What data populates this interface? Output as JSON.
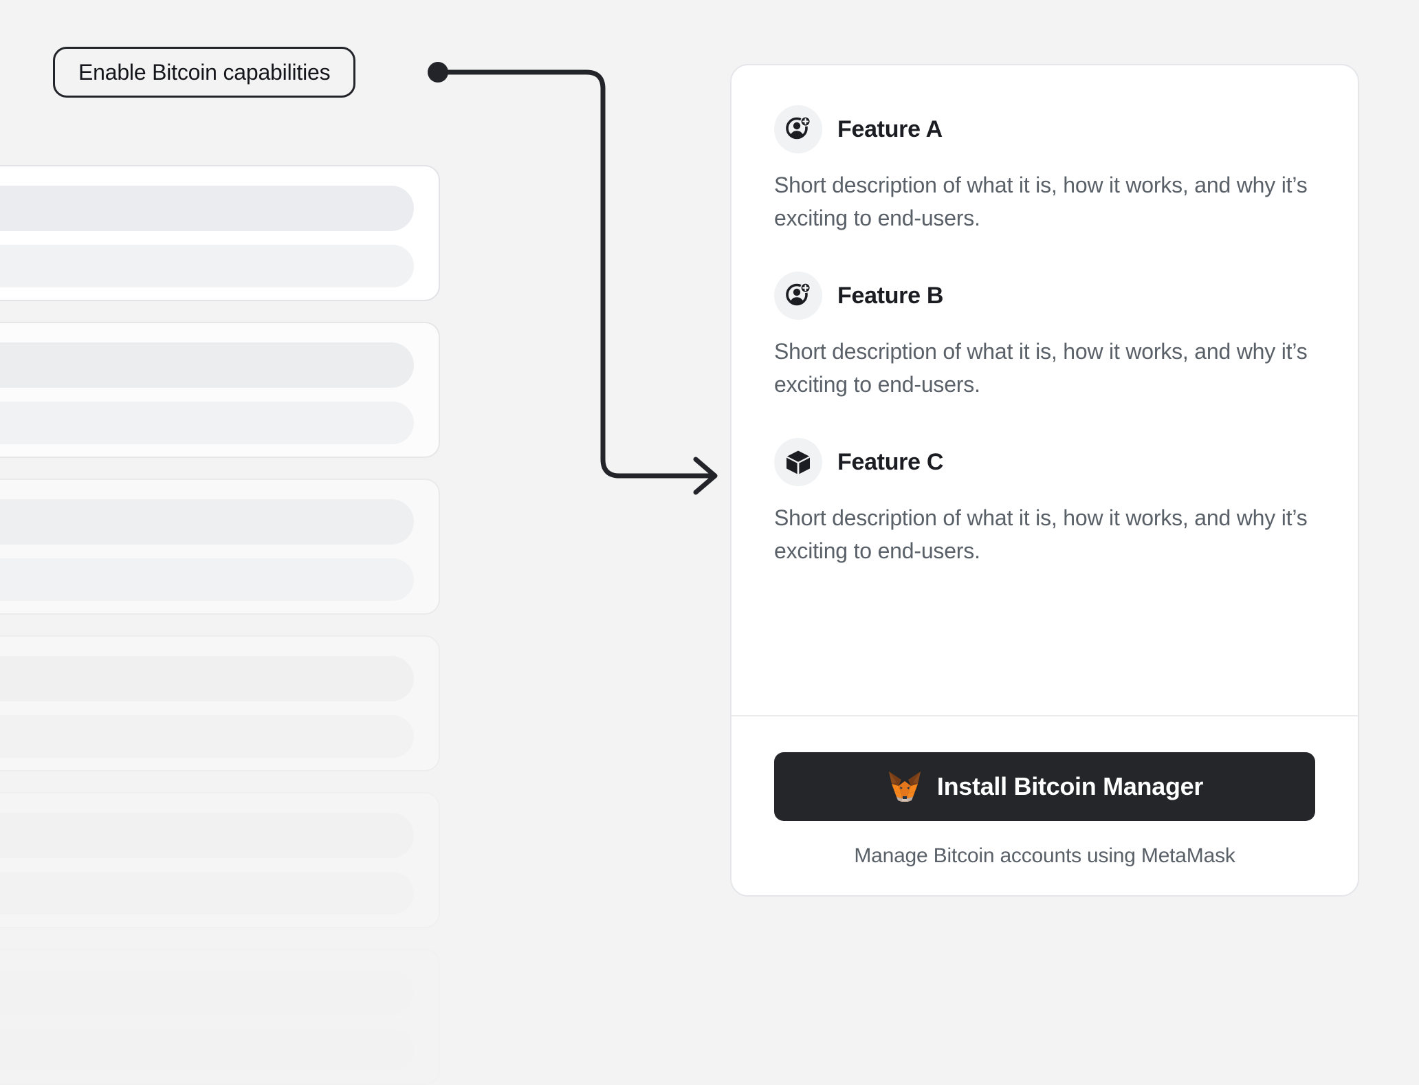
{
  "colors": {
    "page_background": "#F3F3F3",
    "card_background": "#FFFFFF",
    "card_border": "#E4E6E9",
    "heading_text": "#1B1D22",
    "body_text": "#5A6068",
    "annotation_stroke": "#22242A",
    "install_button_background": "#24262A",
    "install_button_text": "#FFFFFF",
    "icon_badge_background": "#F0F2F3",
    "metamask_orange": "#E2761B",
    "metamask_orange_light": "#F6851B",
    "metamask_brown": "#763D16",
    "metamask_snout": "#D7C1B3",
    "skeleton_bar": "#EBECEF"
  },
  "annotation": {
    "label": "Enable Bitcoin capabilities",
    "connector": "elbow-arrow-right"
  },
  "card": {
    "features": [
      {
        "icon": "user-add-icon",
        "title": "Feature A",
        "description": "Short description of what it is, how it works, and why it’s exciting to end-users."
      },
      {
        "icon": "user-add-icon",
        "title": "Feature B",
        "description": "Short description of what it is, how it works, and why it’s exciting to end-users."
      },
      {
        "icon": "cube-icon",
        "title": "Feature C",
        "description": "Short description of what it is, how it works, and why it’s exciting to end-users."
      }
    ],
    "footer": {
      "install_button_label": "Install Bitcoin Manager",
      "install_button_icon": "metamask-fox-icon",
      "caption": "Manage Bitcoin accounts using MetaMask"
    }
  },
  "background_skeleton": {
    "card_count": 6,
    "bars_per_card": 2
  }
}
